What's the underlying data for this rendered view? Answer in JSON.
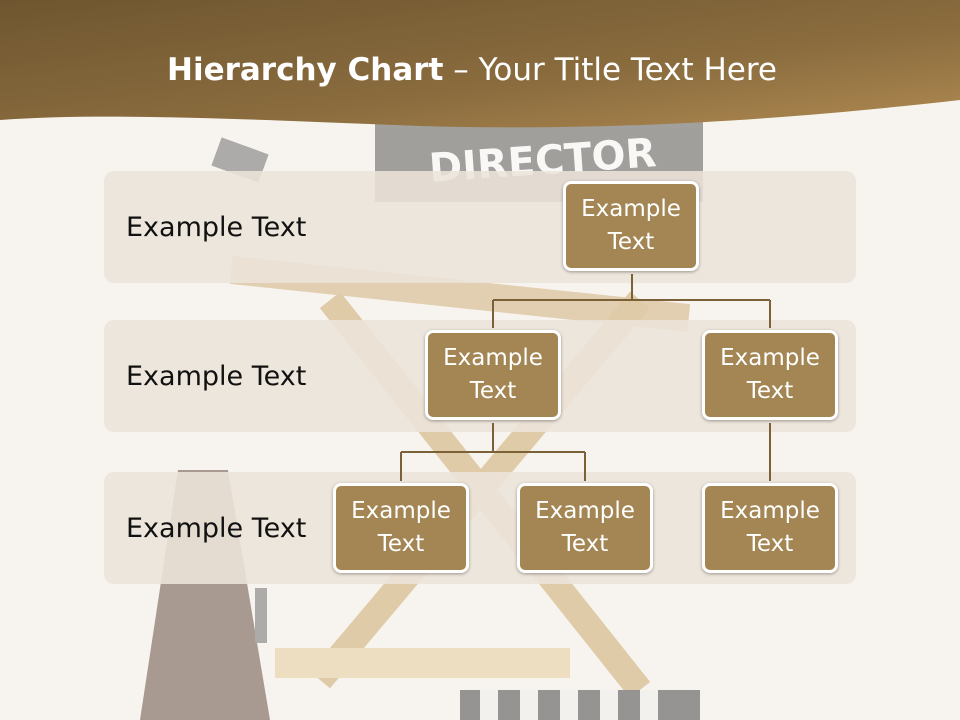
{
  "slide": {
    "title_bold": "Hierarchy Chart",
    "title_rest": " – Your Title Text Here",
    "chair_text": "DIRECTOR"
  },
  "levels": [
    {
      "label": "Example Text"
    },
    {
      "label": "Example Text"
    },
    {
      "label": "Example Text"
    }
  ],
  "nodes": {
    "root": {
      "text": "Example\nText"
    },
    "level2_left": {
      "text": "Example\nText"
    },
    "level2_right": {
      "text": "Example\nText"
    },
    "level3_a": {
      "text": "Example\nText"
    },
    "level3_b": {
      "text": "Example\nText"
    },
    "level3_c": {
      "text": "Example\nText"
    }
  },
  "colors": {
    "header_band": "#9c7f4c",
    "node_fill": "#a38653",
    "node_border": "#ffffff",
    "band_fill": "#ece4d9",
    "connector": "#7a6138",
    "background": "#f7f4ef"
  }
}
